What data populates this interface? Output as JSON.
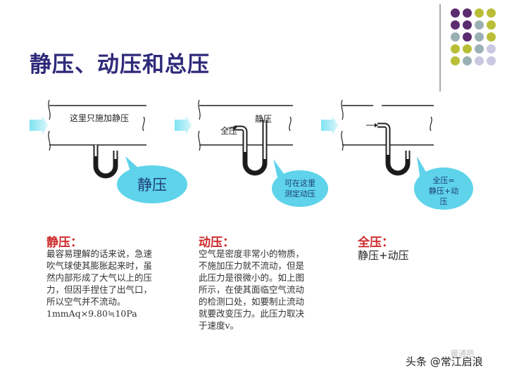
{
  "title": "静压、动压和总压",
  "palette": {
    "purple": "#5b2c6f",
    "olive": "#b9be36",
    "grey": "#9bb0b5",
    "lavender": "#c8c8e0",
    "title": "#2e2a7a",
    "heading_red": "#cc2a2a",
    "bubble": "#5ed3ea",
    "fluid": "#1a1a1a"
  },
  "decor_dots": [
    [
      "purple",
      "purple",
      "olive",
      "olive"
    ],
    [
      "purple",
      "purple",
      "grey",
      "olive"
    ],
    [
      "grey",
      "purple",
      "grey",
      "olive"
    ],
    [
      "olive",
      "olive",
      "grey",
      "lavender"
    ],
    [
      "olive",
      "grey",
      "lavender",
      "lavender"
    ]
  ],
  "diagrams": {
    "static": {
      "duct_label": "这里只施加静压",
      "bubble_text": "静压"
    },
    "dynamic": {
      "left_label": "全压",
      "top_label": "静压",
      "bubble_lines": [
        "可在这里",
        "测定动压"
      ]
    },
    "total": {
      "bubble_lines": [
        "全压=",
        "静压+动",
        "压"
      ]
    }
  },
  "sections": {
    "static": {
      "heading": "静压：",
      "lines": [
        "最容易理解的话来说，急速",
        "吹气球使其膨胀起来时，虽",
        "然内部形成了大气以上的压",
        "力，但因手捏住了出气口，",
        "所以空气并不流动。",
        "1mmAq×9.80≒10Pa"
      ]
    },
    "dynamic": {
      "heading": "动压：",
      "lines": [
        "空气是密度非常小的物质，",
        "不施加压力就不流动，但是",
        "此压力是很微小的。如上图",
        "所示，在使其面临空气流动",
        "的检测口处，如要制止流动",
        "就要改变压力。此压力取决",
        "于速度v。"
      ]
    },
    "total": {
      "heading": "全压：",
      "body": "静压+动压"
    }
  },
  "footer": {
    "text": "头条 @常江启浪",
    "watermark": "暖通吧"
  }
}
